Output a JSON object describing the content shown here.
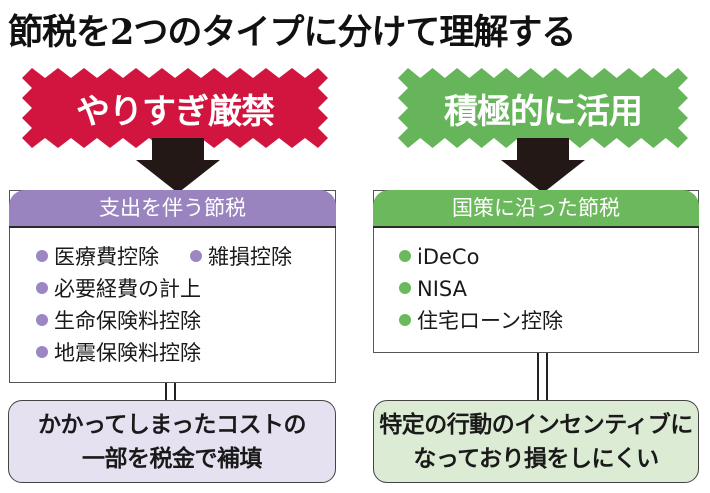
{
  "title": "節税を2つのタイプに分けて理解する",
  "colors": {
    "red_burst": "#d2153f",
    "green_burst": "#67b55a",
    "purple_header": "#9a84c0",
    "green_header": "#6cb85c",
    "purple_dot": "#9c87c2",
    "green_dot": "#6cb85c",
    "purple_result_bg": "#e6e1f0",
    "green_result_bg": "#dcebd3",
    "arrow": "#231815"
  },
  "left": {
    "burst_label": "やりすぎ厳禁",
    "panel_title": "支出を伴う節税",
    "items": [
      "医療費控除",
      "雑損控除",
      "必要経費の計上",
      "生命保険料控除",
      "地震保険料控除"
    ],
    "result_line1": "かかってしまったコストの",
    "result_line2": "一部を税金で補填"
  },
  "right": {
    "burst_label": "積極的に活用",
    "panel_title": "国策に沿った節税",
    "items": [
      "iDeCo",
      "NISA",
      "住宅ローン控除"
    ],
    "result_line1": "特定の行動のインセンティブに",
    "result_line2": "なっており損をしにくい"
  }
}
